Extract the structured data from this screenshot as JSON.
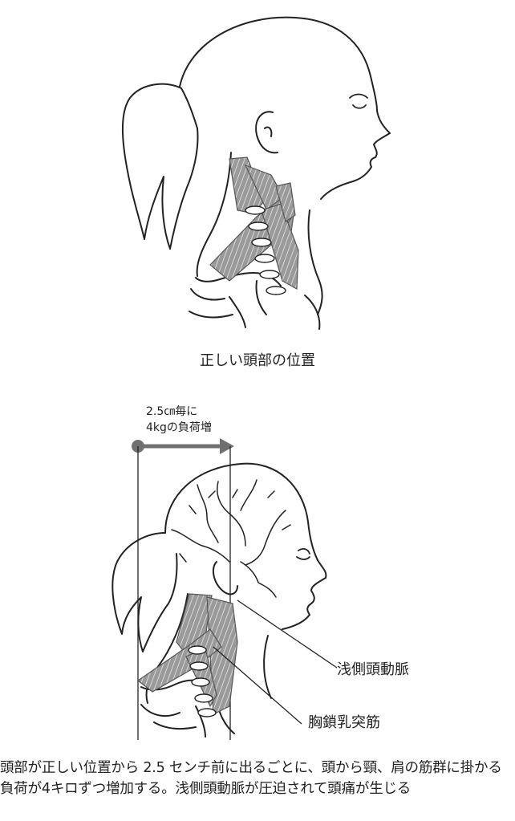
{
  "figure_top": {
    "caption": "正しい頭部の位置"
  },
  "figure_bottom": {
    "shift_label_line1": "2.5㎝毎に",
    "shift_label_line2": "4kgの負荷増",
    "callout_artery": "浅側頭動脈",
    "callout_muscle": "胸鎖乳突筋"
  },
  "description": "頭部が正しい位置から 2.5 センチ前に出るごとに、頭から頸、肩の筋群に掛かる負荷が4キロずつ増加する。浅側頭動脈が圧迫されて頭痛が生じる",
  "colors": {
    "line": "#222222",
    "muscle": "#9a9a9a",
    "muscle_stripe": "#e8e8e8",
    "arrow": "#707070",
    "dot": "#707070"
  }
}
